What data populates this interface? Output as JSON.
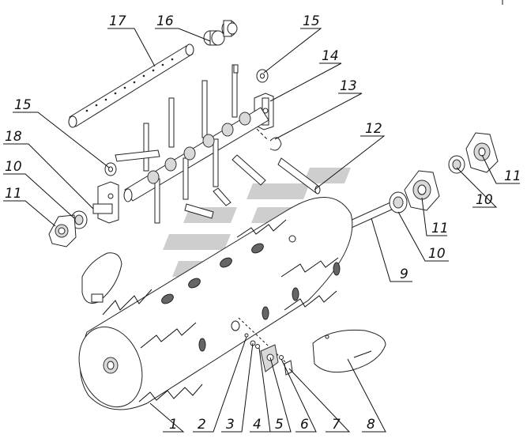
{
  "diagram": {
    "callouts": [
      {
        "id": "c17",
        "label": "17"
      },
      {
        "id": "c16",
        "label": "16"
      },
      {
        "id": "c15a",
        "label": "15"
      },
      {
        "id": "c14",
        "label": "14"
      },
      {
        "id": "c13",
        "label": "13"
      },
      {
        "id": "c15b",
        "label": "15"
      },
      {
        "id": "c18",
        "label": "18"
      },
      {
        "id": "c10a",
        "label": "10"
      },
      {
        "id": "c11a",
        "label": "11"
      },
      {
        "id": "c12",
        "label": "12"
      },
      {
        "id": "c11b",
        "label": "11"
      },
      {
        "id": "c10b",
        "label": "10"
      },
      {
        "id": "c11c",
        "label": "11"
      },
      {
        "id": "c10c",
        "label": "10"
      },
      {
        "id": "c9",
        "label": "9"
      },
      {
        "id": "c1",
        "label": "1"
      },
      {
        "id": "c2",
        "label": "2"
      },
      {
        "id": "c3",
        "label": "3"
      },
      {
        "id": "c4",
        "label": "4"
      },
      {
        "id": "c5",
        "label": "5"
      },
      {
        "id": "c6",
        "label": "6"
      },
      {
        "id": "c7",
        "label": "7"
      },
      {
        "id": "c8",
        "label": "8"
      }
    ]
  }
}
